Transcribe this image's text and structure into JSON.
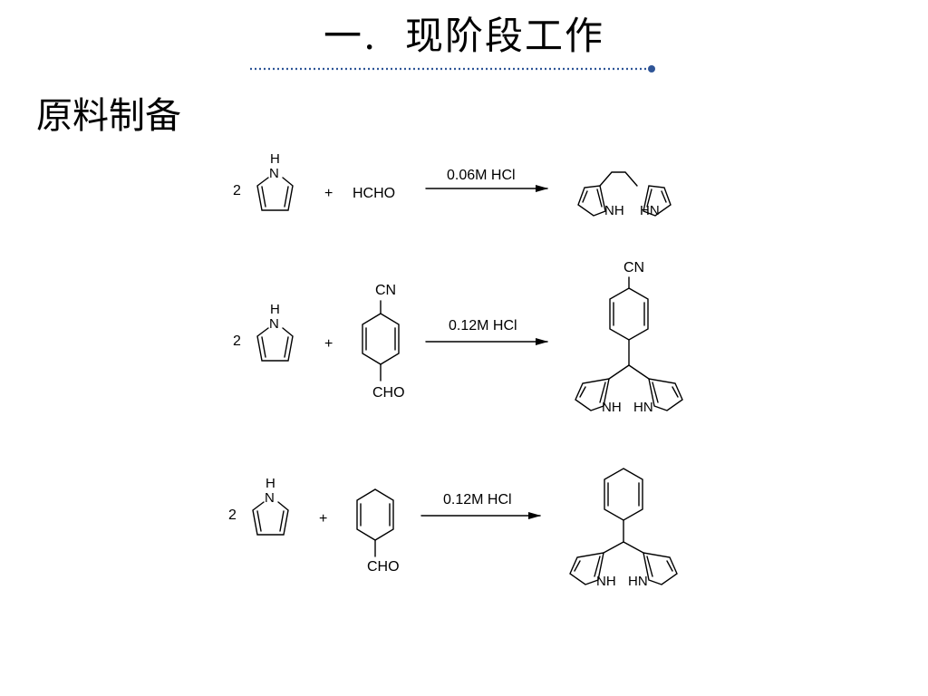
{
  "slide": {
    "title": "一.  现阶段工作",
    "accent_color": "#2F5597",
    "section_heading": "原料制备"
  },
  "labels": {
    "nh_label": "NH",
    "hn_label": "HN",
    "pyrrole_n": "N",
    "pyrrole_h": "H"
  },
  "reactions": [
    {
      "coefficient": "2",
      "plus": "+",
      "reagent_text": "HCHO",
      "condition": "0.06M HCl"
    },
    {
      "coefficient": "2",
      "plus": "+",
      "reagent_top": "CN",
      "reagent_bottom": "CHO",
      "condition": "0.12M HCl",
      "product_top": "CN"
    },
    {
      "coefficient": "2",
      "plus": "+",
      "reagent_bottom": "CHO",
      "condition": "0.12M HCl"
    }
  ]
}
